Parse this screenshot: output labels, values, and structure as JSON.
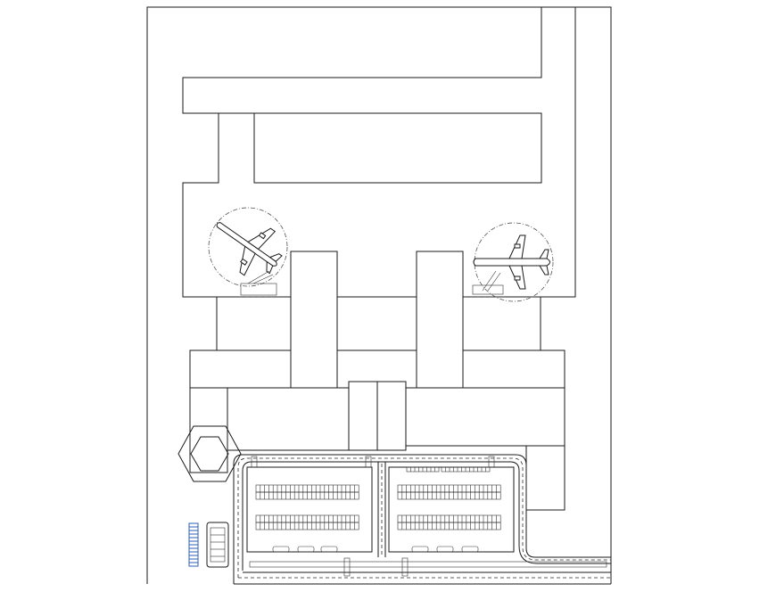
{
  "drawing": {
    "type": "airport terminal site plan",
    "line_color": "#1a1a1a",
    "background_color": "#ffffff",
    "accent_color": "#2d5fb5",
    "features": [
      "outer-site-boundary",
      "taxiway-comb",
      "terminal-building",
      "aircraft-stand-left",
      "aircraft-stand-right",
      "hexagon-kiosk",
      "parking-lot-left",
      "parking-lot-right",
      "access-road"
    ],
    "aircraft_icons": [
      "airplane-icon",
      "airplane-icon"
    ],
    "text_labels": []
  }
}
